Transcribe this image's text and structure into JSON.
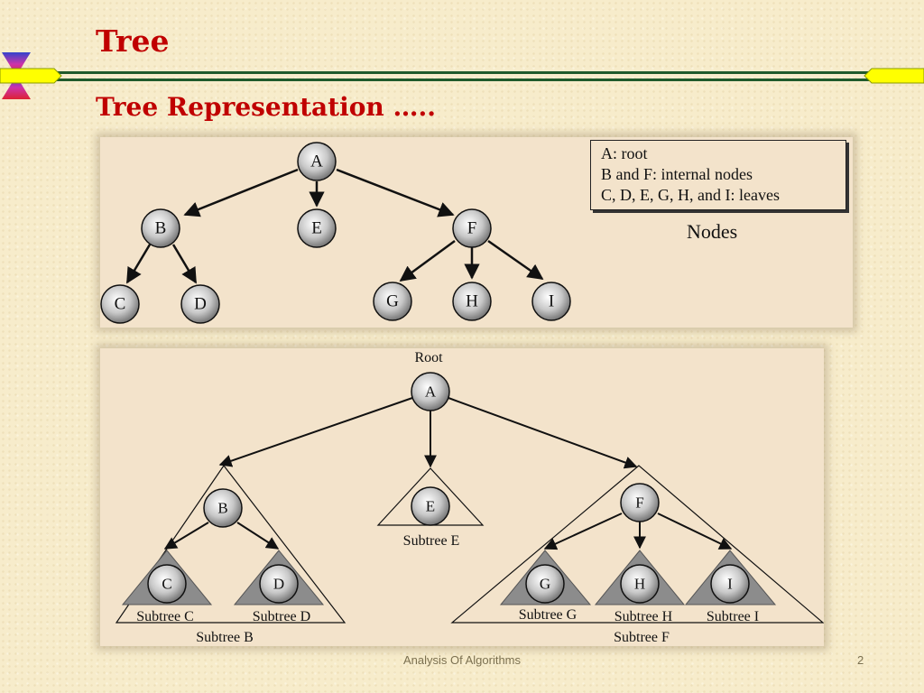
{
  "slide": {
    "title": "Tree",
    "subtitle": "Tree Representation ….."
  },
  "colors": {
    "title": "#c00000",
    "bar_green": "#1f5a2b",
    "accent_yellow": "#ffff00",
    "accent_blue": "#3344cc",
    "accent_red": "#dd2233",
    "node_fill": "#9a9a9a",
    "panel": "#f3e3cb"
  },
  "legend": {
    "line1": "A: root",
    "line2": "B and F: internal nodes",
    "line3": "C, D, E, G, H, and I: leaves",
    "caption": "Nodes"
  },
  "nodes_diagram": {
    "A": "A",
    "B": "B",
    "E": "E",
    "F": "F",
    "C": "C",
    "D": "D",
    "G": "G",
    "H": "H",
    "I": "I"
  },
  "subtree_diagram": {
    "root_label": "Root",
    "A": "A",
    "B": "B",
    "E": "E",
    "F": "F",
    "C": "C",
    "D": "D",
    "G": "G",
    "H": "H",
    "I": "I",
    "subtree_c": "Subtree C",
    "subtree_d": "Subtree D",
    "subtree_b": "Subtree B",
    "subtree_e": "Subtree E",
    "subtree_g": "Subtree G",
    "subtree_h": "Subtree H",
    "subtree_i": "Subtree I",
    "subtree_f": "Subtree F"
  },
  "footer": {
    "text": "Analysis Of Algorithms",
    "page": "2"
  }
}
